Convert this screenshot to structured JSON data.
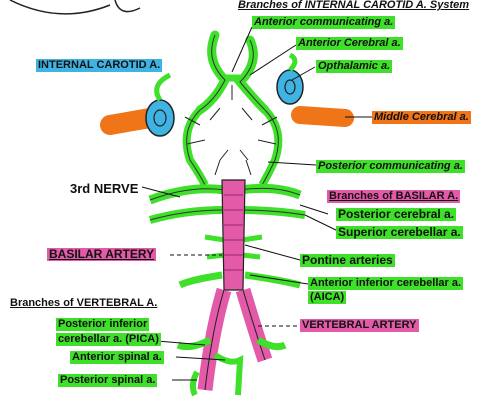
{
  "labels": {
    "branches_ica_title": "Branches of INTERNAL CAROTID A. System",
    "anterior_communicating": "Anterior communicating a.",
    "anterior_cerebral": "Anterior Cerebral a.",
    "internal_carotid": "INTERNAL CAROTID A.",
    "opthalamic": "Opthalamic a.",
    "middle_cerebral": "Middle Cerebral a.",
    "posterior_communicating": "Posterior communicating a.",
    "third_nerve": "3rd NERVE",
    "branches_basilar": "Branches of BASILAR A.",
    "posterior_cerebral": "Posterior cerebral a.",
    "superior_cerebellar": "Superior cerebellar a.",
    "basilar_artery": "BASILAR ARTERY",
    "pontine_arteries": "Pontine arteries",
    "aica_line1": "Anterior inferior cerebellar a.",
    "aica_line2": "(AICA)",
    "branches_vertebral": "Branches of VERTEBRAL A.",
    "pica_line1": "Posterior inferior",
    "pica_line2": "cerebellar a. (PICA)",
    "vertebral_artery": "VERTEBRAL ARTERY",
    "anterior_spinal": "Anterior spinal a.",
    "posterior_spinal": "Posterior spinal a."
  },
  "colors": {
    "green": "#3fe02a",
    "blue": "#3fb4e4",
    "orange": "#f07418",
    "pink": "#e25aa8"
  }
}
